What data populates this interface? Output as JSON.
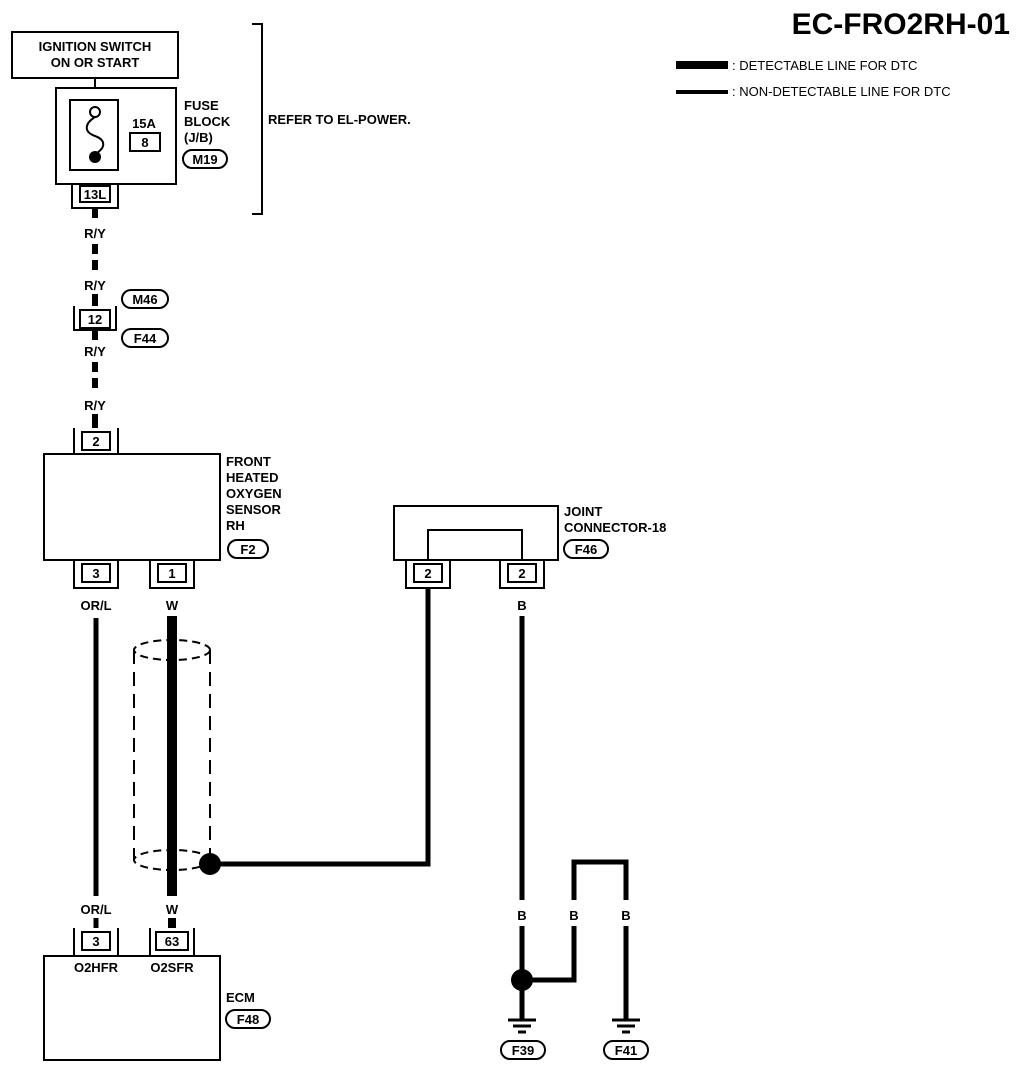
{
  "title": "EC-FRO2RH-01",
  "legend": {
    "detectable": ": DETECTABLE LINE FOR DTC",
    "non_detectable": ": NON-DETECTABLE LINE FOR DTC"
  },
  "ignition_switch": {
    "line1": "IGNITION SWITCH",
    "line2": "ON OR START"
  },
  "fuse_block": {
    "amp": "15A",
    "number": "8",
    "label1": "FUSE",
    "label2": "BLOCK",
    "label3": "(J/B)",
    "connector": "M19",
    "terminal": "13L"
  },
  "refer_note": "REFER TO EL-POWER.",
  "wires": {
    "r_y": "R/Y",
    "or_l": "OR/L",
    "w": "W",
    "b": "B"
  },
  "harness_joint": {
    "terminal": "12",
    "connector_top": "M46",
    "connector_bottom": "F44"
  },
  "sensor": {
    "line1": "FRONT",
    "line2": "HEATED",
    "line3": "OXYGEN",
    "line4": "SENSOR",
    "line5": "RH",
    "connector": "F2",
    "terminal_top": "2",
    "terminal_left": "3",
    "terminal_right": "1"
  },
  "joint_connector": {
    "line1": "JOINT",
    "line2": "CONNECTOR-18",
    "connector": "F46",
    "terminal_left": "2",
    "terminal_right": "2"
  },
  "ecm": {
    "label": "ECM",
    "connector": "F48",
    "terminal_left": "3",
    "terminal_right": "63",
    "pin_left": "O2HFR",
    "pin_right": "O2SFR"
  },
  "grounds": {
    "left": "F39",
    "right": "F41"
  }
}
